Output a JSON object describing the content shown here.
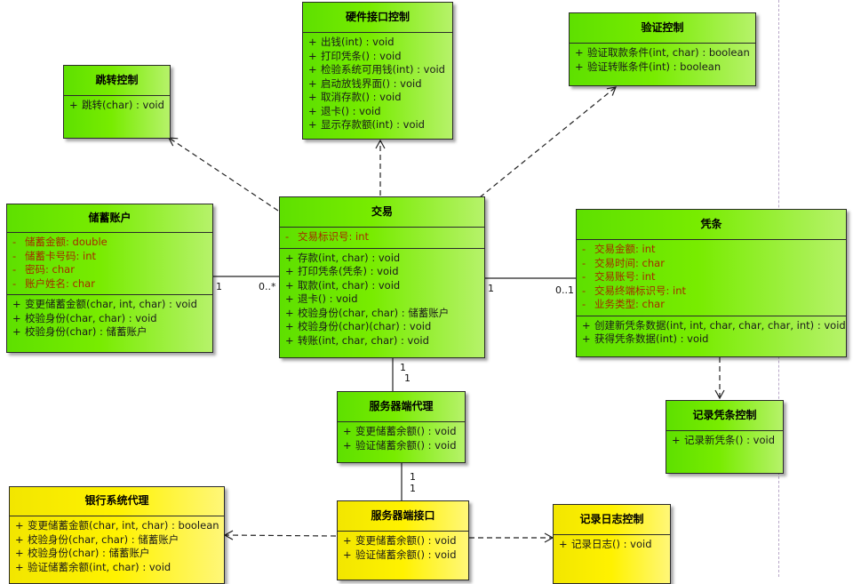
{
  "classes": {
    "jump": {
      "name": "跳转控制",
      "attributes": [],
      "operations": [
        {
          "vis": "+",
          "text": "跳转(char) : void"
        }
      ]
    },
    "hardware": {
      "name": "硬件接口控制",
      "attributes": [],
      "operations": [
        {
          "vis": "+",
          "text": "出钱(int) : void"
        },
        {
          "vis": "+",
          "text": "打印凭条() : void"
        },
        {
          "vis": "+",
          "text": "检验系统可用钱(int) : void"
        },
        {
          "vis": "+",
          "text": "启动放钱界面() : void"
        },
        {
          "vis": "+",
          "text": "取消存款() : void"
        },
        {
          "vis": "+",
          "text": "退卡() : void"
        },
        {
          "vis": "+",
          "text": "显示存款额(int) : void"
        }
      ]
    },
    "verify": {
      "name": "验证控制",
      "attributes": [],
      "operations": [
        {
          "vis": "+",
          "text": "验证取款条件(int, char) : boolean"
        },
        {
          "vis": "+",
          "text": "验证转账条件(int) : boolean"
        }
      ]
    },
    "savings": {
      "name": "储蓄账户",
      "attributes": [
        {
          "vis": "-",
          "text": "储蓄金额:  double"
        },
        {
          "vis": "-",
          "text": "储蓄卡号码:  int"
        },
        {
          "vis": "-",
          "text": "密码:  char"
        },
        {
          "vis": "-",
          "text": "账户姓名:  char"
        }
      ],
      "operations": [
        {
          "vis": "+",
          "text": "变更储蓄金额(char, int, char) : void"
        },
        {
          "vis": "+",
          "text": "校验身份(char, char) : void"
        },
        {
          "vis": "+",
          "text": "校验身份(char) : 储蓄账户"
        }
      ]
    },
    "transaction": {
      "name": "交易",
      "attributes": [
        {
          "vis": "-",
          "text": "交易标识号:  int"
        }
      ],
      "operations": [
        {
          "vis": "+",
          "text": "存款(int, char) : void"
        },
        {
          "vis": "+",
          "text": "打印凭条(凭条) : void"
        },
        {
          "vis": "+",
          "text": "取款(int, char) : void"
        },
        {
          "vis": "+",
          "text": "退卡() : void"
        },
        {
          "vis": "+",
          "text": "校验身份(char, char) : 储蓄账户"
        },
        {
          "vis": "+",
          "text": "校验身份(char)(char) : void"
        },
        {
          "vis": "+",
          "text": "转账(int, char, char) : void"
        }
      ]
    },
    "receipt": {
      "name": "凭条",
      "attributes": [
        {
          "vis": "-",
          "text": "交易金额:  int"
        },
        {
          "vis": "-",
          "text": "交易时间:  char"
        },
        {
          "vis": "-",
          "text": "交易账号:  int"
        },
        {
          "vis": "-",
          "text": "交易终端标识号:  int"
        },
        {
          "vis": "-",
          "text": "业务类型:  char"
        }
      ],
      "operations": [
        {
          "vis": "+",
          "text": "创建新凭条数据(int, int, char, char, char, int) : void"
        },
        {
          "vis": "+",
          "text": "获得凭条数据(int) : void"
        }
      ]
    },
    "server_proxy": {
      "name": "服务器端代理",
      "attributes": [],
      "operations": [
        {
          "vis": "+",
          "text": "变更储蓄余额() : void"
        },
        {
          "vis": "+",
          "text": "验证储蓄余额() : void"
        }
      ]
    },
    "record_receipt": {
      "name": "记录凭条控制",
      "attributes": [],
      "operations": [
        {
          "vis": "+",
          "text": "记录新凭条() : void"
        }
      ]
    },
    "bank_proxy": {
      "name": "银行系统代理",
      "attributes": [],
      "operations": [
        {
          "vis": "+",
          "text": "变更储蓄金额(char, int, char) : boolean"
        },
        {
          "vis": "+",
          "text": "校验身份(char, char) : 储蓄账户"
        },
        {
          "vis": "+",
          "text": "校验身份(char) : 储蓄账户"
        },
        {
          "vis": "+",
          "text": "验证储蓄余额(int, char) : void"
        }
      ]
    },
    "server_iface": {
      "name": "服务器端接口",
      "attributes": [],
      "operations": [
        {
          "vis": "+",
          "text": "变更储蓄余额() : void"
        },
        {
          "vis": "+",
          "text": "验证储蓄余额() : void"
        }
      ]
    },
    "log": {
      "name": "记录日志控制",
      "attributes": [],
      "operations": [
        {
          "vis": "+",
          "text": "记录日志() : void"
        }
      ]
    }
  },
  "multiplicities": {
    "savings_end": "1",
    "tx_left_end": "0..*",
    "tx_right_end": "1",
    "receipt_end": "0..1",
    "tx_bottom_end_a": "1",
    "tx_bottom_end_b": "1",
    "proxy_bottom_end_a": "1",
    "proxy_bottom_end_b": "1"
  },
  "colors": {
    "class_green": "#6fe600",
    "class_yellow": "#fff200",
    "attribute_text": "#a52a00",
    "border": "#2a2a2a"
  }
}
